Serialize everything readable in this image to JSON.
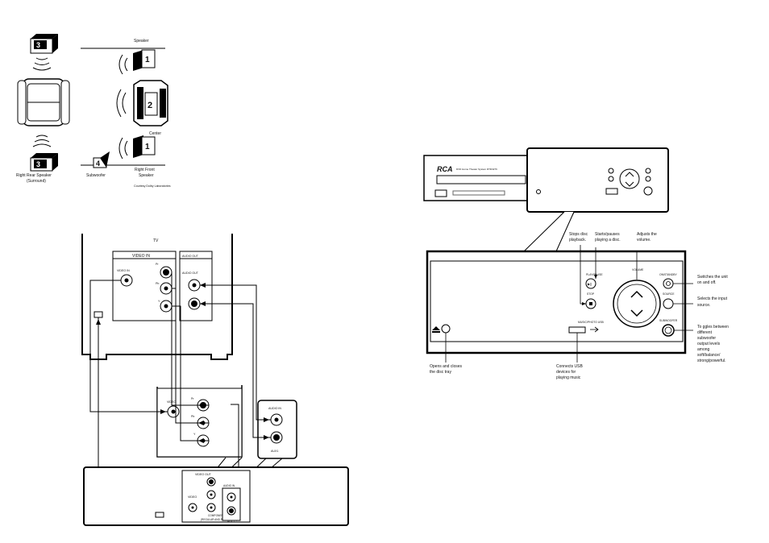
{
  "speaker_diagram": {
    "speaker_label": "Speaker",
    "center_label": "Center",
    "right_rear_line1": "Right Rear Speaker",
    "right_rear_line2": "(Surround)",
    "subwoofer_label": "Subwoofer",
    "right_front_line1": "Right Front",
    "right_front_line2": "Speaker",
    "credit": "Courtesy Dolby Laboratories",
    "badges": {
      "rear": "3",
      "front": "1",
      "center": "2",
      "sub": "4"
    }
  },
  "connection_diagram": {
    "tv_label": "TV",
    "video_in_header": "VIDEO IN",
    "video_in_jack": "VIDEO IN",
    "audio_out_header": "AUDIO OUT",
    "audio_out_jack": "AUDIO OUT",
    "pr": "Pr",
    "pb": "Pb",
    "y": "Y",
    "cable_video": "VIDEO",
    "audio_in": "AUDIO IN",
    "aux1": "AUX1",
    "unit_video_out": "VIDEO OUT",
    "unit_video": "VIDEO",
    "unit_component_line1": "COMPONENT VIDEO",
    "unit_component_line2": "(REGULAR AND PROG.SCAN)",
    "unit_audio_in": "AUDIO IN",
    "unit_aux1": "AUX 1"
  },
  "front_panel": {
    "brand": "RCA",
    "model_small": "DVD Home Theater System RTD3276",
    "play_pause": "PLAY/PAUSE",
    "stop": "STOP",
    "volume": "VOLUME",
    "on_standby": "ON/STANDBY",
    "source": "SOURCE",
    "subwoofer": "SUBWOOFER",
    "usb": "MUSIC/PHOTO USB",
    "callouts": {
      "stop_line1": "Stops disc",
      "stop_line2": "playback.",
      "play_line1": "Starts/pauses",
      "play_line2": "playing a disc.",
      "volume_line1": "Adjusts the",
      "volume_line2": "volume.",
      "power_line1": "Switches the unit",
      "power_line2": "on and off.",
      "source_line1": "Selects the input",
      "source_line2": "source.",
      "sub_line1": "To ggles between",
      "sub_line2": "different",
      "sub_line3": "subwoofer",
      "sub_line4": "output levels",
      "sub_line5": "among",
      "sub_line6": "soft/balance/",
      "sub_line7": "strong/powerful.",
      "tray_line1": "Opens and closes",
      "tray_line2": "the disc tray",
      "usb_line1": "Connects USB",
      "usb_line2": "devices for",
      "usb_line3": "playing music"
    }
  }
}
